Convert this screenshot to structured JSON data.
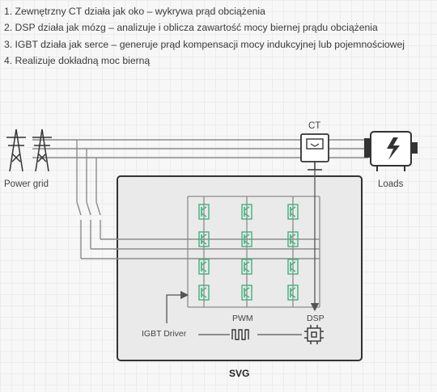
{
  "steps": [
    "1. Zewnętrzny CT działa jak oko – wykrywa prąd obciążenia",
    "2. DSP działa jak mózg – analizuje i oblicza zawartość mocy biernej prądu obciążenia",
    "3. IGBT działa jak serce – generuje prąd kompensacji mocy indukcyjnej lub pojemnościowej",
    "4. Realizuje dokładną moc bierną"
  ],
  "diagram": {
    "power_grid_label": "Power grid",
    "ct_label": "CT",
    "loads_label": "Loads",
    "igbt_driver_label": "IGBT Driver",
    "pwm_label": "PWM",
    "dsp_label": "DSP",
    "box_label": "SVG"
  },
  "colors": {
    "igbt_green": "#3fb27f",
    "line_gray": "#8c8c8c",
    "frame_dark": "#333333"
  }
}
